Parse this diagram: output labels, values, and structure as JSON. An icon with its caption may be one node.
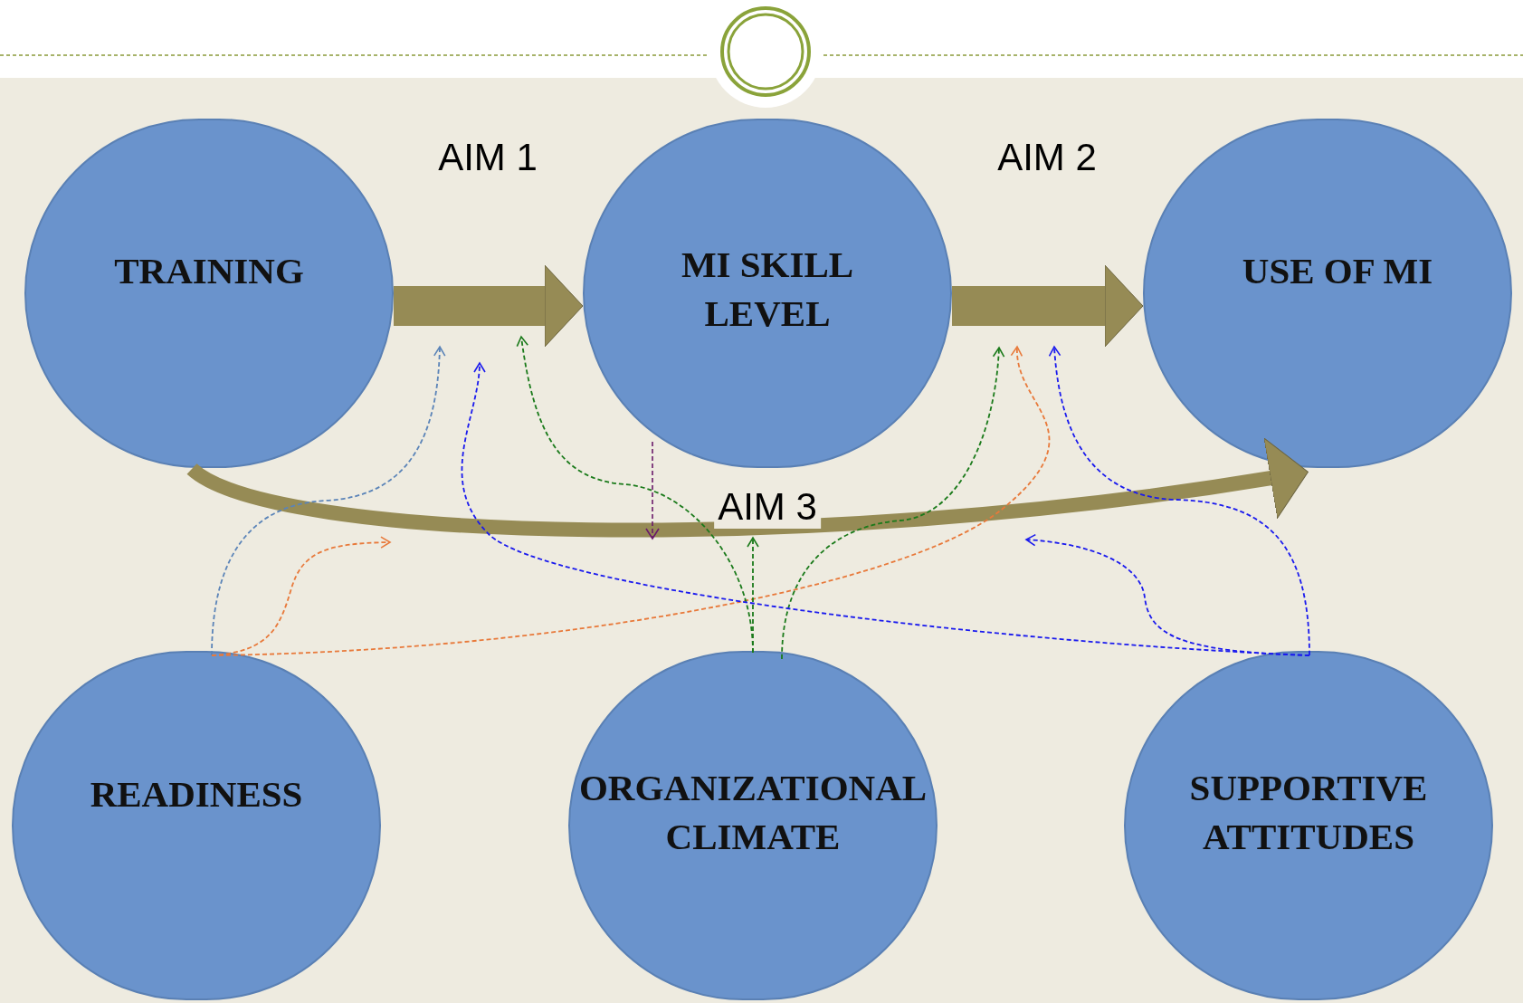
{
  "diagram": {
    "nodes": [
      {
        "text": [
          "TRAINING"
        ]
      },
      {
        "text": [
          "MI SKILL LEVEL"
        ]
      },
      {
        "text": [
          "USE OF MI"
        ]
      },
      {
        "text": [
          "READINESS"
        ]
      },
      {
        "text": [
          "ORGANIZATIONAL CLIMATE"
        ]
      },
      {
        "text": [
          "SUPPORTIVE ATTITUDES"
        ]
      }
    ],
    "edges": [
      {
        "from": 0,
        "to": 1,
        "arrow": "to",
        "label": "AIM 1",
        "style": "thick",
        "color": "#968b55"
      },
      {
        "from": 1,
        "to": 2,
        "arrow": "to",
        "label": "AIM 2",
        "style": "thick",
        "color": "#968b55"
      },
      {
        "from": 0,
        "to": 2,
        "arrow": "to",
        "label": "AIM 3",
        "style": "thick",
        "color": "#968b55"
      },
      {
        "from": 3,
        "to": null,
        "arrow": "to",
        "style": "dashed",
        "color": "#5b84b8"
      },
      {
        "from": 3,
        "to": null,
        "arrow": "to",
        "style": "dashed",
        "color": "#e8793a"
      },
      {
        "from": 3,
        "to": null,
        "arrow": "to",
        "style": "dashed",
        "color": "#e8793a"
      },
      {
        "from": 4,
        "to": null,
        "arrow": "to",
        "style": "dashed",
        "color": "#1a7a1a"
      },
      {
        "from": 4,
        "to": null,
        "arrow": "to",
        "style": "dashed",
        "color": "#1a7a1a"
      },
      {
        "from": 4,
        "to": null,
        "arrow": "to",
        "style": "dashed",
        "color": "#1a7a1a"
      },
      {
        "from": 5,
        "to": null,
        "arrow": "to",
        "style": "dashed",
        "color": "#1a1aee"
      },
      {
        "from": 5,
        "to": null,
        "arrow": "to",
        "style": "dashed",
        "color": "#1a1aee"
      },
      {
        "from": 5,
        "to": null,
        "arrow": "to",
        "style": "dashed",
        "color": "#1a1aee"
      }
    ]
  }
}
